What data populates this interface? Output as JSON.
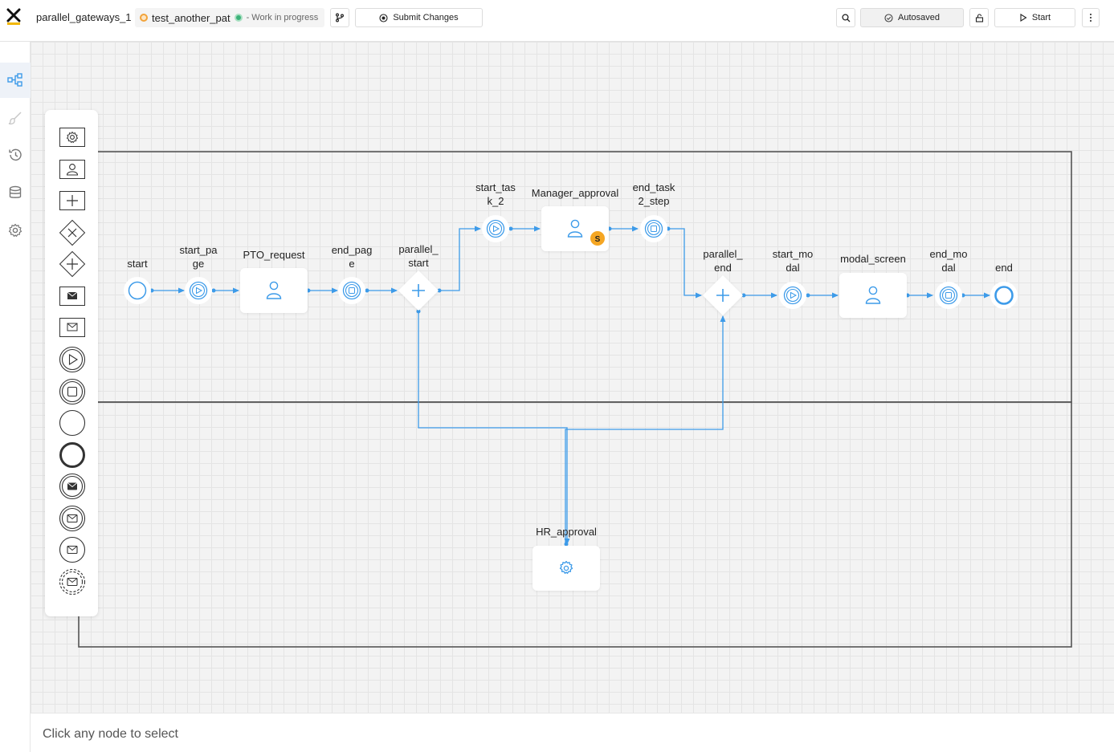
{
  "header": {
    "process_name": "parallel_gateways_1",
    "branch_name": "test_another_pat",
    "branch_status": "- Work in progress",
    "submit_label": "Submit Changes",
    "autosave_label": "Autosaved",
    "start_label": "Start"
  },
  "sidebar": {
    "items": [
      {
        "icon": "process-map-icon",
        "active": true
      },
      {
        "icon": "brush-icon",
        "active": false
      },
      {
        "icon": "history-icon",
        "active": false
      },
      {
        "icon": "database-icon",
        "active": false
      },
      {
        "icon": "settings-icon",
        "active": false
      }
    ]
  },
  "palette": {
    "items": [
      "service-task-icon",
      "user-task-icon",
      "parallel-gateway-icon",
      "exclusive-gateway-icon",
      "parallel-gateway-icon",
      "message-send-task-icon",
      "message-receive-task-icon",
      "start-subprocess-event-icon",
      "end-subprocess-event-icon",
      "start-event-icon",
      "end-event-icon",
      "message-throw-event-icon",
      "message-catch-event-icon",
      "message-boundary-event-icon",
      "message-non-interrupting-event-icon"
    ]
  },
  "diagram": {
    "nodes": {
      "start": "start",
      "start_page_l1": "start_pa",
      "start_page_l2": "ge",
      "pto_request": "PTO_request",
      "end_page_l1": "end_pag",
      "end_page_l2": "e",
      "parallel_start_l1": "parallel_",
      "parallel_start_l2": "start",
      "start_task2_l1": "start_tas",
      "start_task2_l2": "k_2",
      "manager_approval": "Manager_approval",
      "manager_badge": "S",
      "end_task2_l1": "end_task",
      "end_task2_l2": "2_step",
      "parallel_end_l1": "parallel_",
      "parallel_end_l2": "end",
      "start_modal_l1": "start_mo",
      "start_modal_l2": "dal",
      "modal_screen": "modal_screen",
      "end_modal_l1": "end_mo",
      "end_modal_l2": "dal",
      "end": "end",
      "hr_approval": "HR_approval"
    }
  },
  "colors": {
    "accent": "#3d9be9",
    "badge": "#f5a623",
    "lane_border": "#555555"
  },
  "footer": {
    "hint": "Click any node to select"
  }
}
